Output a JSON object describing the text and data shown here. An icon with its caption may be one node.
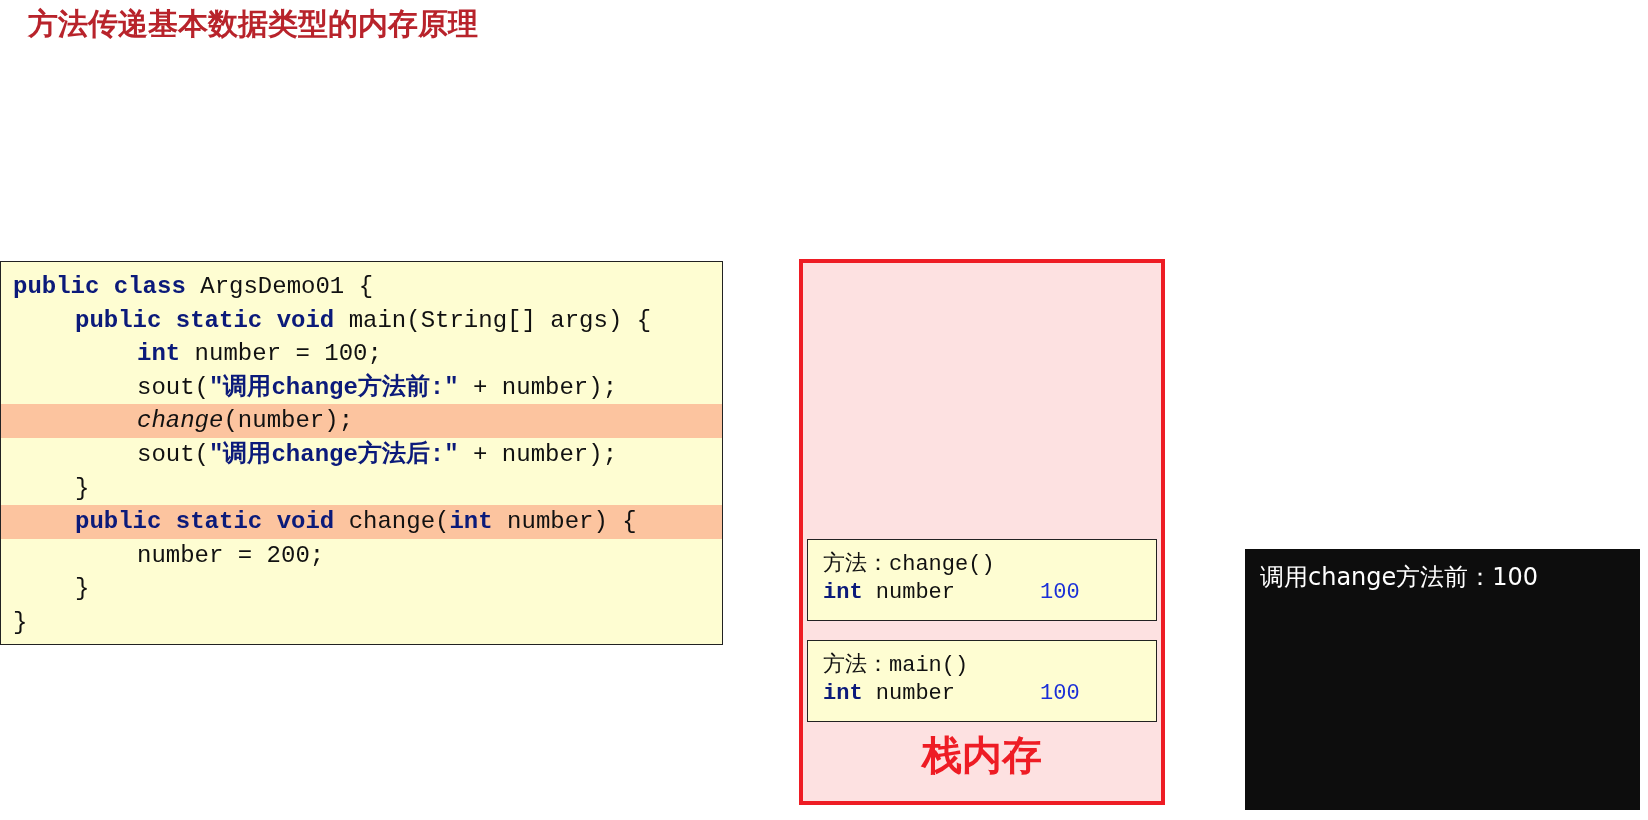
{
  "diagram": {
    "title": "方法传递基本数据类型的内存原理",
    "nodes": [
      {
        "text": [
          "**public class** ArgsDemo01 {",
          "**public static void** main(String[] args) {",
          "**int** number = 100;",
          "sout(**\"调用change方法前:\"** + number);",
          "*change*(number);",
          "sout(**\"调用change方法后:\"** + number);",
          "}",
          "**public static void** change(**int** number) {",
          "number = 200;",
          "}",
          "}"
        ]
      },
      {
        "text": [
          "栈内存"
        ]
      },
      {
        "text": [
          "方法：change()",
          "**int** number",
          "100"
        ],
        "in": 1
      },
      {
        "text": [
          "方法：main()",
          "**int** number",
          "100"
        ],
        "in": 1
      },
      {
        "text": [
          "调用change方法前：100"
        ]
      }
    ],
    "edges": []
  }
}
